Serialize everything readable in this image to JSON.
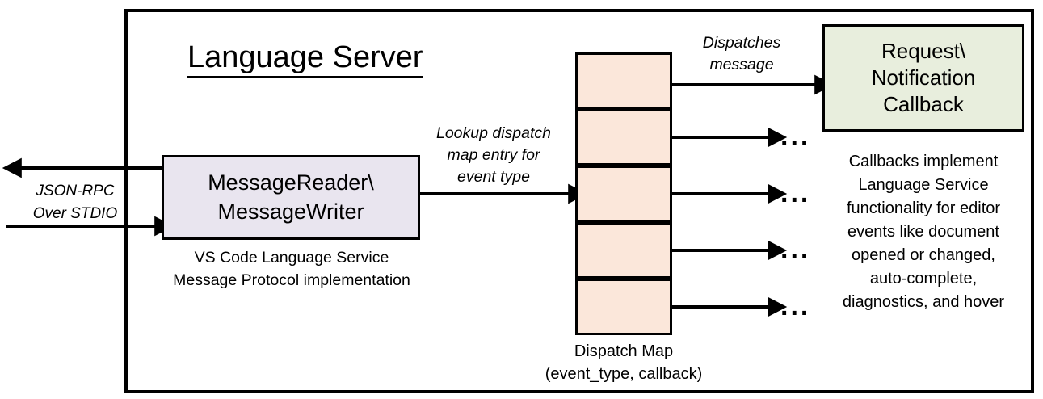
{
  "diagram": {
    "title": "Language Server",
    "outer_border_color": "#000000",
    "background": "#ffffff"
  },
  "reader": {
    "line1": "MessageReader\\",
    "line2": "MessageWriter",
    "fill": "#e9e5ef",
    "caption_line1": "VS Code Language Service",
    "caption_line2": "Message Protocol implementation"
  },
  "transport": {
    "label_line1": "JSON-RPC",
    "label_line2": "Over STDIO"
  },
  "lookup": {
    "label_line1": "Lookup dispatch",
    "label_line2": "map entry for",
    "label_line3": "event type"
  },
  "dispatches": {
    "label_line1": "Dispatches",
    "label_line2": "message"
  },
  "dispatch_map": {
    "fill": "#fbe7da",
    "cell_count": 5,
    "caption_line1": "Dispatch Map",
    "caption_line2": "(event_type, callback)",
    "rows": [
      {
        "ellipsis": ""
      },
      {
        "ellipsis": "..."
      },
      {
        "ellipsis": "..."
      },
      {
        "ellipsis": "..."
      },
      {
        "ellipsis": "..."
      }
    ]
  },
  "callback": {
    "line1": "Request\\",
    "line2": "Notification",
    "line3": "Callback",
    "fill": "#e8eedd",
    "caption_line1": "Callbacks implement",
    "caption_line2": "Language Service",
    "caption_line3": "functionality for editor",
    "caption_line4": "events like document",
    "caption_line5": "opened or changed,",
    "caption_line6": "auto-complete,",
    "caption_line7": "diagnostics, and hover"
  }
}
